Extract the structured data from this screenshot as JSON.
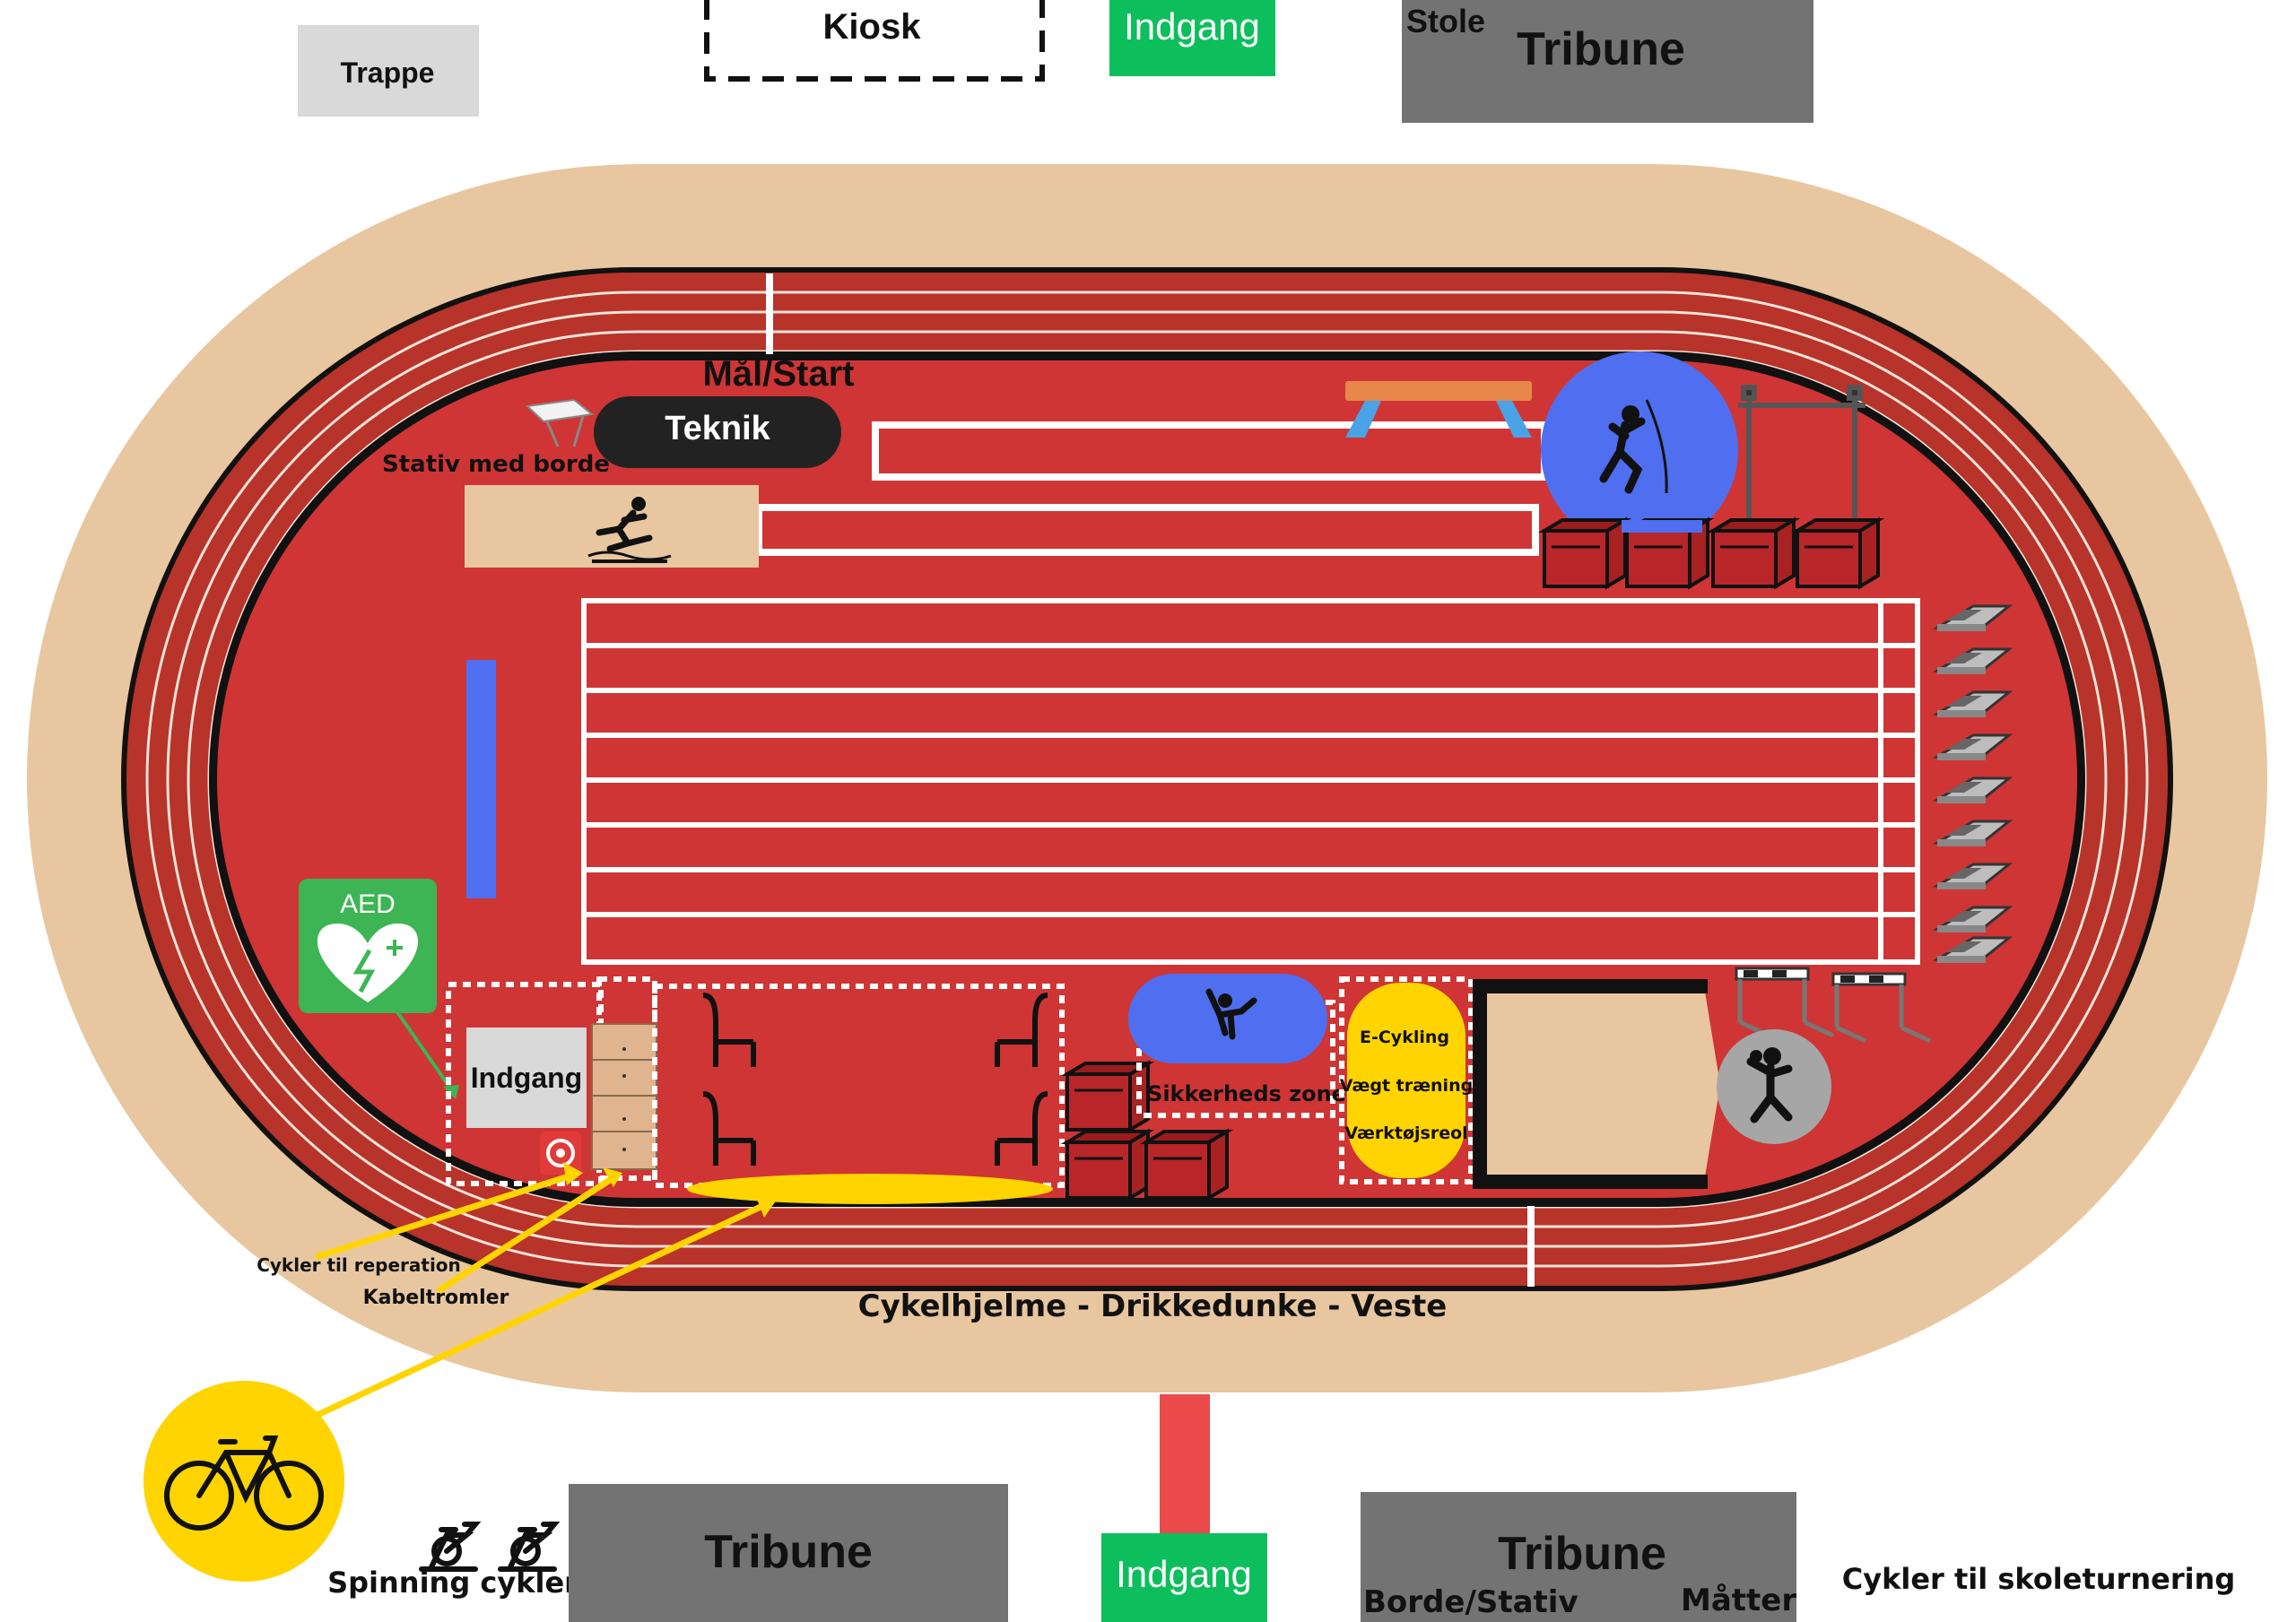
{
  "top": {
    "trappe": "Trappe",
    "kiosk": "Kiosk",
    "entrance": "Indgang",
    "chairs": "Stole",
    "grandstand": "Tribune"
  },
  "track": {
    "finish_start": "Mål/Start",
    "technik": "Teknik",
    "stands_tables": "Stativ med borde",
    "aed": "AED",
    "inner_entrance": "Indgang",
    "safety_zone": "Sikkerheds zone",
    "ecycling": "E-Cykling",
    "weights": "Vægt træning",
    "tool_shelf": "Værktøjsreol",
    "repair_bikes": "Cykler til reperation",
    "cable_drums": "Kabeltromler",
    "equipment": "Cykelhjelme - Drikkedunke - Veste"
  },
  "bottom": {
    "spinning": "Spinning cykler",
    "grandstand_left": "Tribune",
    "entrance": "Indgang",
    "grandstand_right": "Tribune",
    "tables_stands": "Borde/Stativ",
    "mats": "Måtter",
    "school_bikes": "Cykler til skoleturnering"
  },
  "colors": {
    "outer_sand": "#e8c7a0",
    "track_red": "#b8332a",
    "infield_red": "#cf3535",
    "grandstand_gray": "#737373",
    "entrance_green": "#0dbf5c",
    "blue_zone": "#4f6ff0",
    "yellow": "#ffd400",
    "aed_green": "#3db554"
  },
  "icons": [
    "stairs-icon",
    "folding-table-icon",
    "long-jump-icon",
    "balance-beam-icon",
    "pole-vault-icon",
    "high-jump-frame-icon",
    "plyo-box-icon",
    "starting-block-icon",
    "aed-heart-icon",
    "cabinet-icon",
    "chair-icon",
    "high-jump-icon",
    "hurdle-icon",
    "shot-put-icon",
    "fire-alarm-icon",
    "bicycle-icon",
    "spinning-bike-icon"
  ]
}
